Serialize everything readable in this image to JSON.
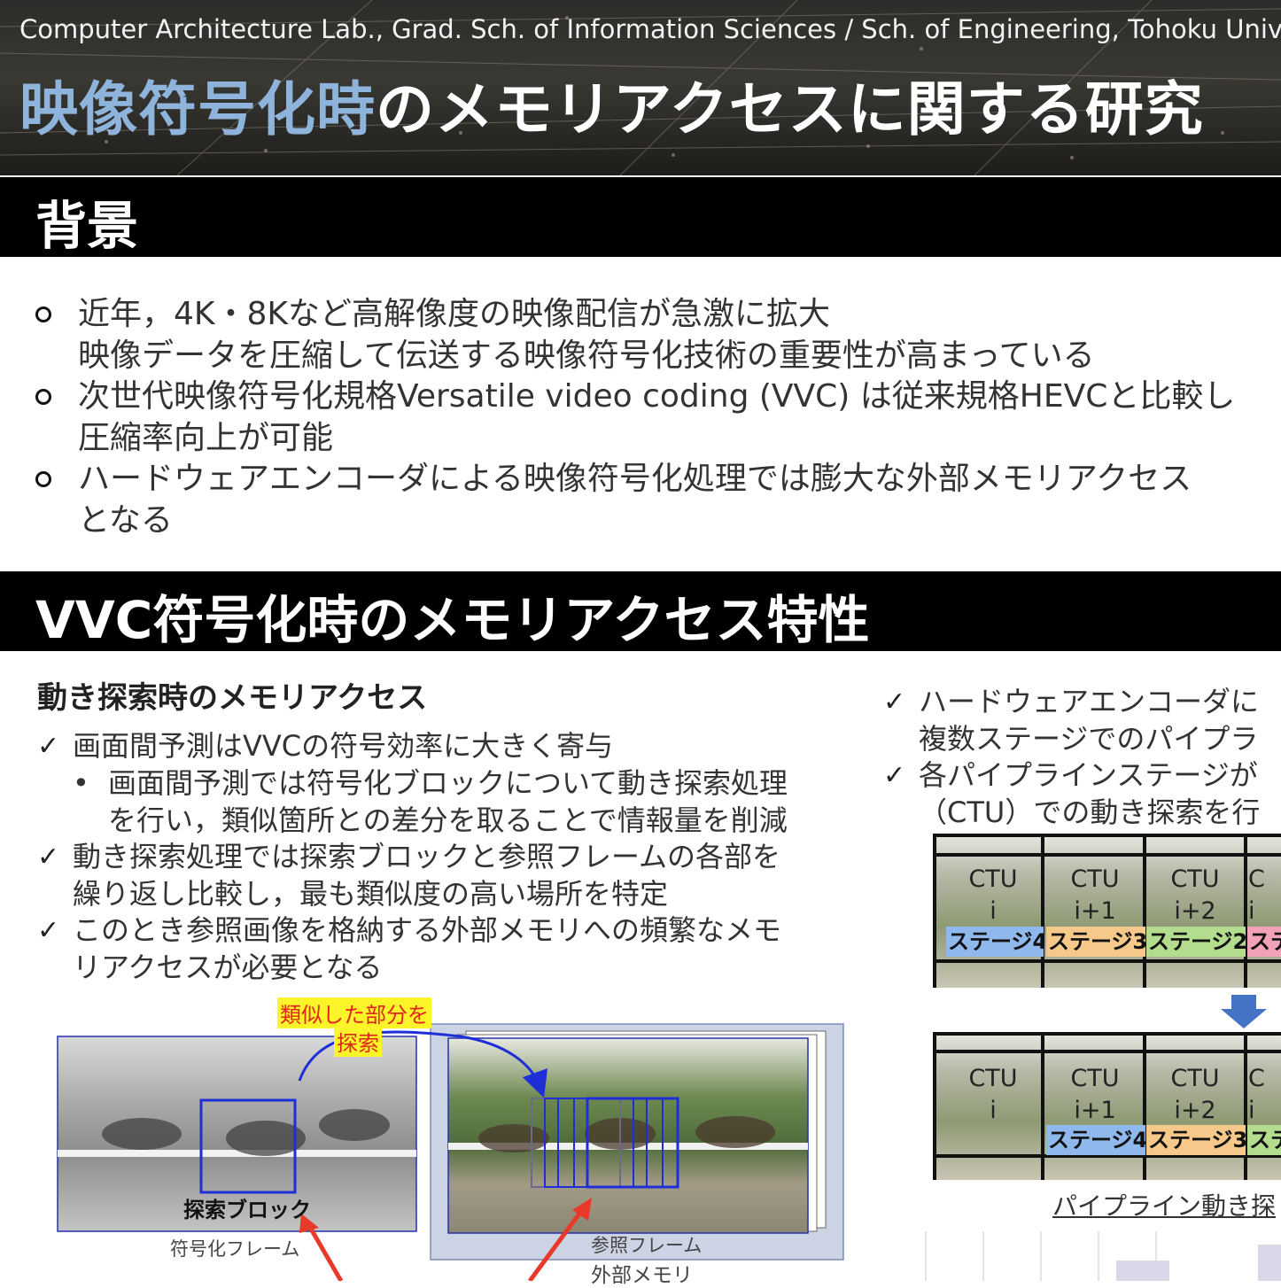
{
  "header": {
    "lab": "Computer Architecture Lab., Grad. Sch. of Information Sciences / Sch. of Engineering, Tohoku Univ",
    "title_blue": "映像符号化時",
    "title_white": "のメモリアクセスに関する研究"
  },
  "background": {
    "heading": "背景",
    "bullets": [
      {
        "line1": "近年，4K・8Kなど高解像度の映像配信が急激に拡大",
        "line2": "映像データを圧縮して伝送する映像符号化技術の重要性が高まっている"
      },
      {
        "line1": "次世代映像符号化規格Versatile video coding (VVC) は従来規格HEVCと比較し",
        "line2": "圧縮率向上が可能"
      },
      {
        "line1": "ハードウェアエンコーダによる映像符号化処理では膨大な外部メモリアクセス",
        "line2": "となる"
      }
    ]
  },
  "memory": {
    "heading": "VVC符号化時のメモリアクセス特性",
    "sub_heading": "動き探索時のメモリアクセス",
    "tick": "✓",
    "square": "•",
    "left_checks": [
      {
        "line1": "画面間予測はVVCの符号効率に大きく寄与"
      },
      {
        "line1": "動き探索処理では探索ブロックと参照フレームの各部を",
        "line2": "繰り返し比較し，最も類似度の高い場所を特定"
      },
      {
        "line1": "このとき参照画像を格納する外部メモリへの頻繁なメモ",
        "line2": "リアクセスが必要となる"
      }
    ],
    "sub_bullet": {
      "line1": "画面間予測では符号化ブロックについて動き探索処理",
      "line2": "を行い，類似箇所との差分を取ることで情報量を削減"
    },
    "right_checks": [
      {
        "line1": "ハードウェアエンコーダに",
        "line2": "複数ステージでのパイプラ"
      },
      {
        "line1": "各パイプラインステージが",
        "line2": "（CTU）での動き探索を行"
      }
    ]
  },
  "figure_left": {
    "callout_line1": "類似した部分を",
    "callout_line2": "探索",
    "search_block": "探索ブロック",
    "encode_frame": "符号化フレーム",
    "ref_frame": "参照フレーム",
    "ext_memory": "外部メモリ"
  },
  "figure_right": {
    "rows": [
      {
        "cells": [
          {
            "ctu": "CTU",
            "idx": "i",
            "stage": "ステージ4",
            "color": "#8fb8ec"
          },
          {
            "ctu": "CTU",
            "idx": "i+1",
            "stage": "ステージ3",
            "color": "#f6c98a"
          },
          {
            "ctu": "CTU",
            "idx": "i+2",
            "stage": "ステージ2",
            "color": "#b3dc8f"
          },
          {
            "ctu": "C",
            "idx": "i",
            "stage": "ステ",
            "color": "#f2a1b8"
          }
        ]
      },
      {
        "cells": [
          {
            "ctu": "CTU",
            "idx": "i",
            "stage": "",
            "color": ""
          },
          {
            "ctu": "CTU",
            "idx": "i+1",
            "stage": "ステージ4",
            "color": "#8fb8ec"
          },
          {
            "ctu": "CTU",
            "idx": "i+2",
            "stage": "ステージ3",
            "color": "#f6c98a"
          },
          {
            "ctu": "C",
            "idx": "i",
            "stage": "ステ",
            "color": "#b3dc8f"
          }
        ]
      }
    ],
    "caption": "パイプライン動き探"
  },
  "colors": {
    "accent_blue": "#8fb4dc",
    "frame_blue": "#1f2fd8",
    "arrow_red": "#e8392a",
    "arrow_blue": "#4472c4"
  }
}
